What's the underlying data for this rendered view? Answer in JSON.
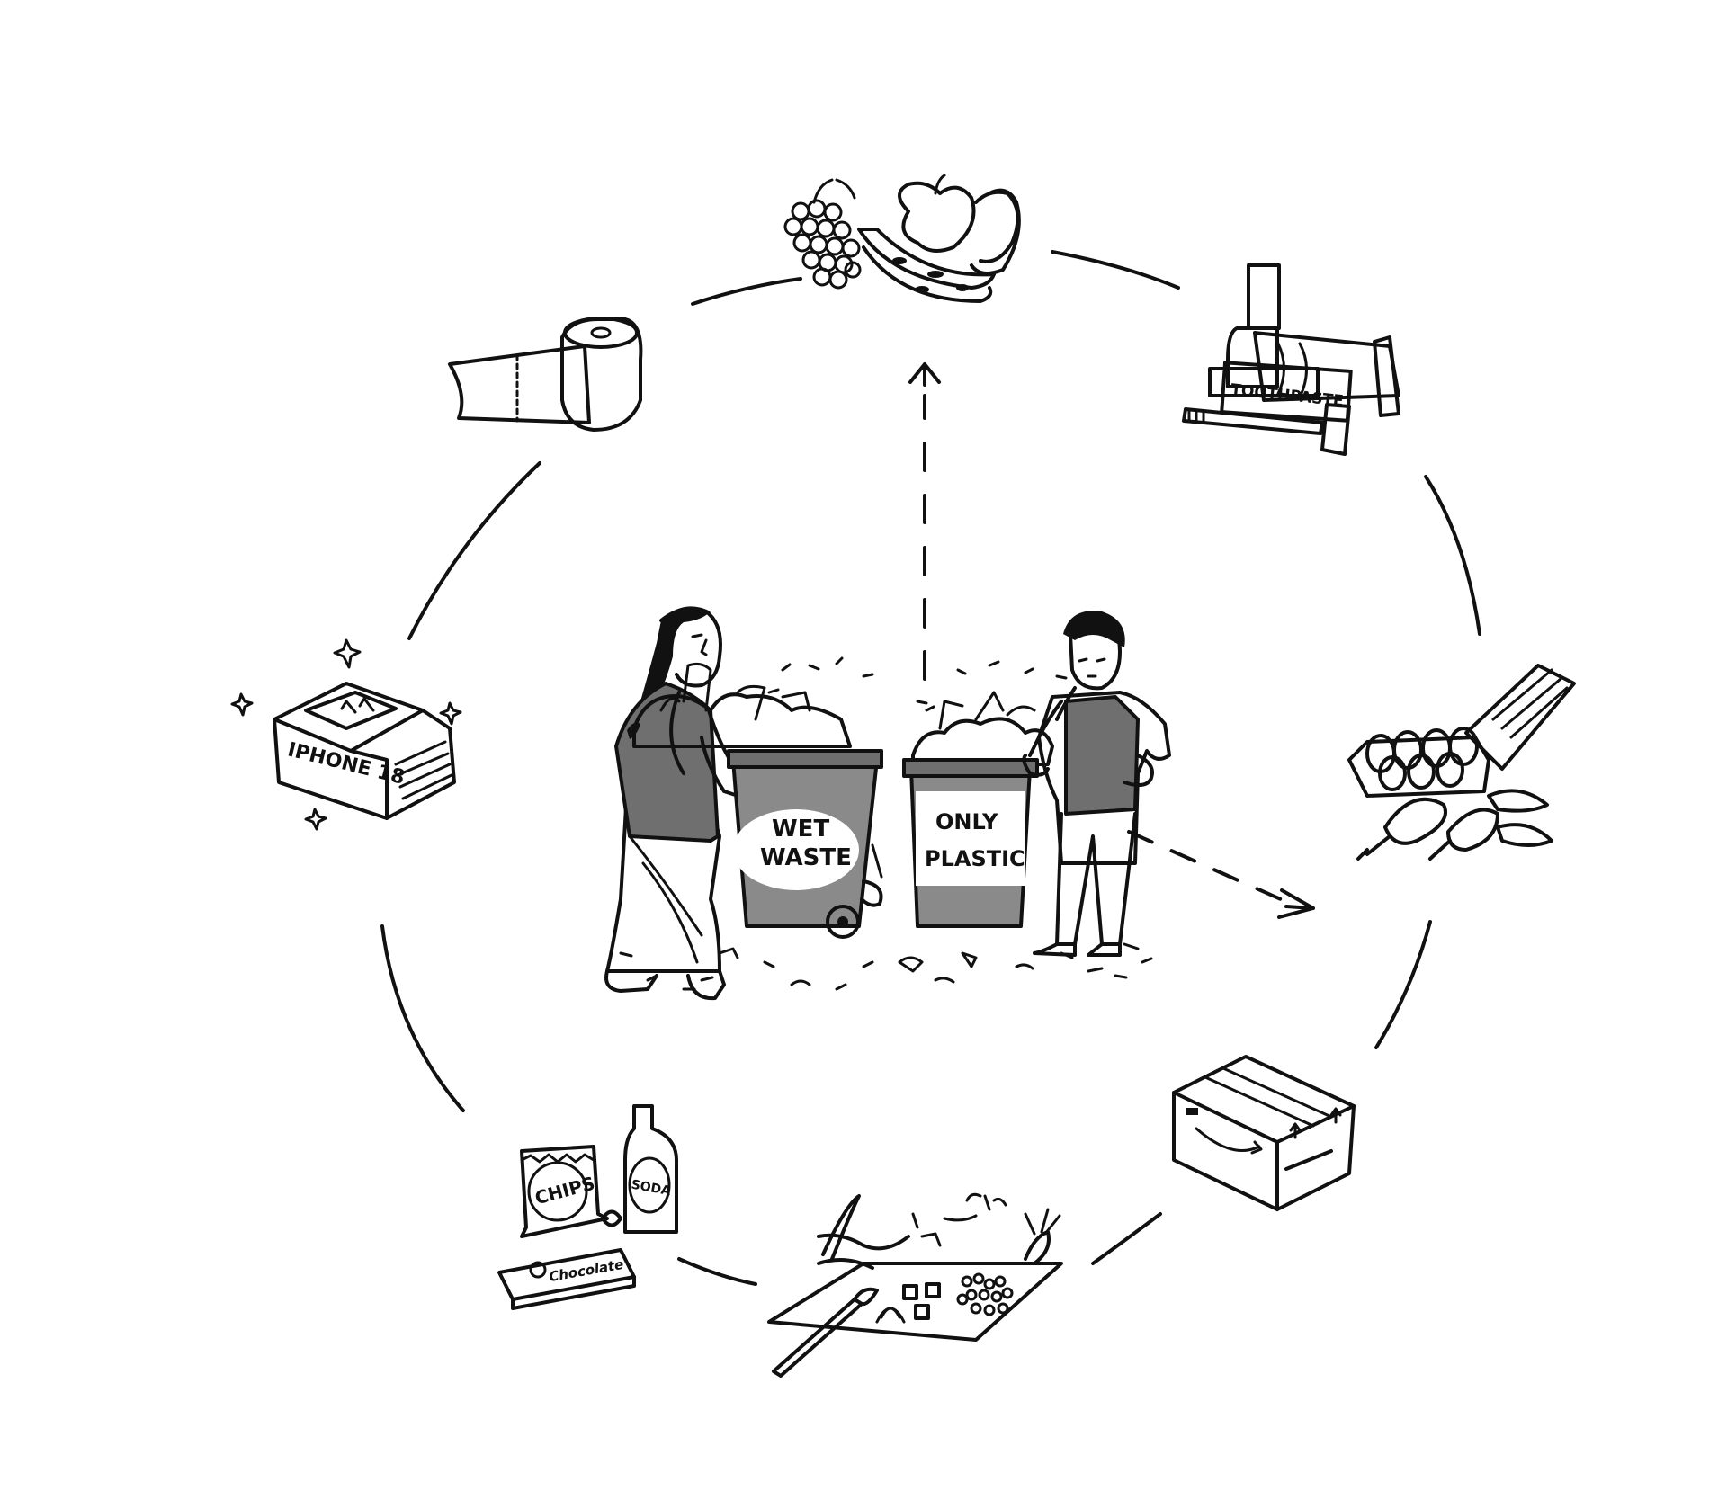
{
  "labels": {
    "wet_bin": [
      "WET",
      "WASTE"
    ],
    "plastic_bin": [
      "ONLY",
      "PLASTIC"
    ],
    "toothpaste": "TOOTHPASTE",
    "phone_box": "IPHONE 18",
    "chips": "CHIPS",
    "soda": "SODA",
    "chocolate": "Chocolate"
  },
  "colors": {
    "ink": "#111111",
    "bin_grey": "#8a8a8a",
    "vest_grey": "#6f6f6f",
    "background": "#ffffff"
  }
}
